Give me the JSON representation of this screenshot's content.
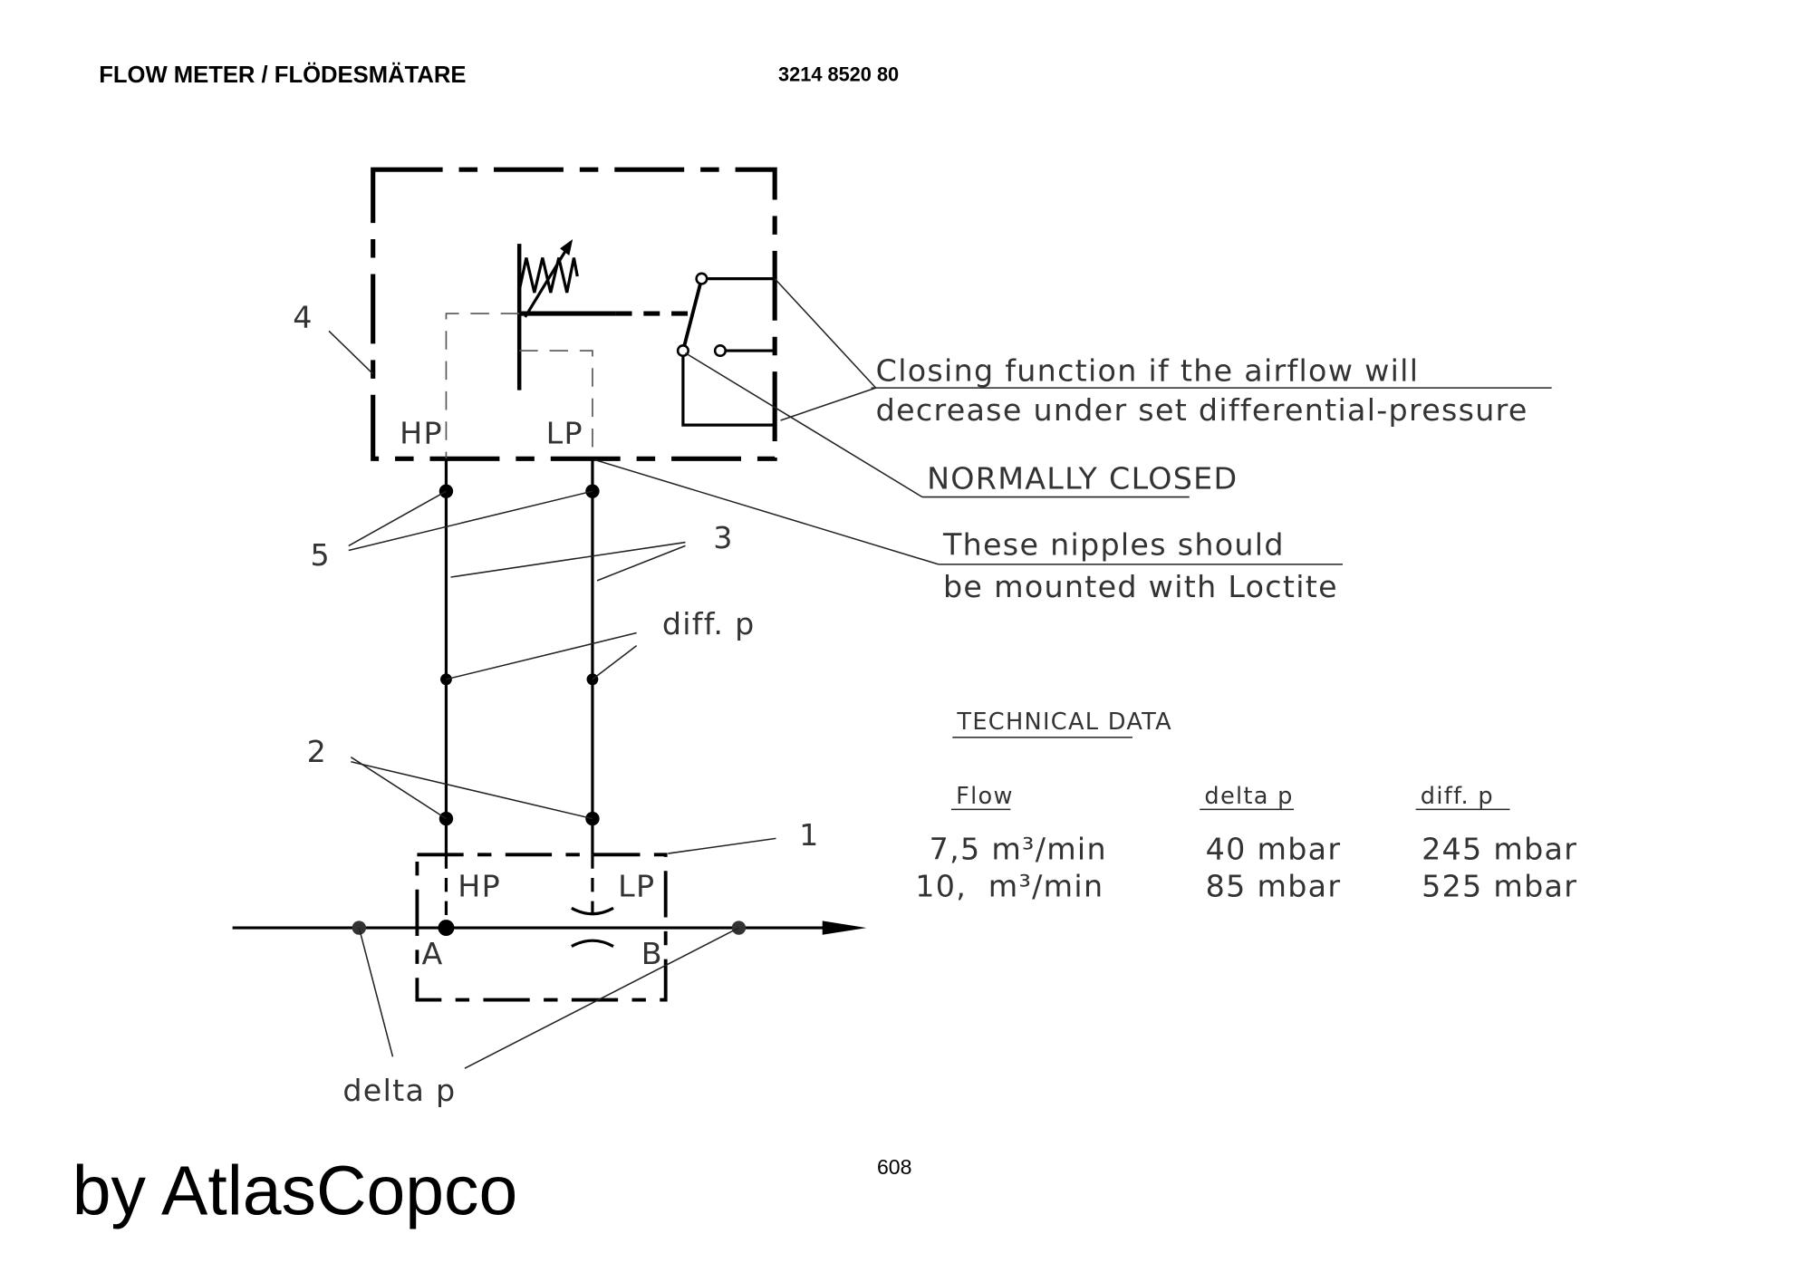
{
  "header": {
    "title": "FLOW METER / FLÖDESMÄTARE",
    "part_number": "3214 8520 80"
  },
  "diagram": {
    "labels": {
      "hp_top": "HP",
      "lp_top": "LP",
      "hp_bottom": "HP",
      "lp_bottom": "LP",
      "port_a": "A",
      "port_b": "B",
      "item_1": "1",
      "item_2": "2",
      "item_3": "3",
      "item_4": "4",
      "item_5": "5",
      "diff_p": "diff. p",
      "delta_p": "delta p"
    },
    "callouts": {
      "closing_line1": "Closing function if the airflow will",
      "closing_line2": "decrease under set differential-pressure",
      "normally_closed": "NORMALLY CLOSED",
      "nipples_line1": "These nipples should",
      "nipples_line2": "be mounted with Loctite"
    }
  },
  "technical_data": {
    "title": "TECHNICAL DATA",
    "headers": [
      "Flow",
      "delta p",
      "diff. p"
    ],
    "rows": [
      {
        "flow": "7,5 m³/min",
        "delta_p": "40 mbar",
        "diff_p": "245 mbar"
      },
      {
        "flow": "10,  m³/min",
        "delta_p": "85 mbar",
        "diff_p": "525 mbar"
      }
    ]
  },
  "footer": {
    "page_number": "608",
    "brand": "by AtlasCopco"
  }
}
